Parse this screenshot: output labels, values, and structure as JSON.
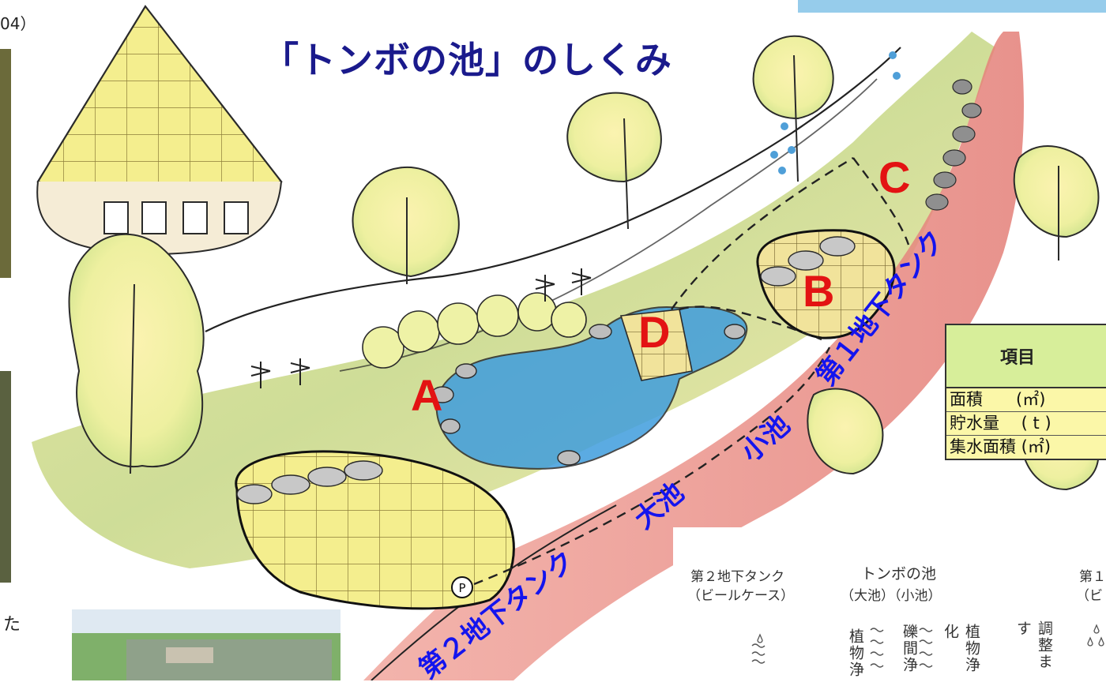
{
  "title": "「トンボの池」のしくみ",
  "corner_text": "04）",
  "left_note": "た",
  "labels": {
    "a": "A",
    "b": "B",
    "c": "C",
    "d": "D",
    "tank1": "第１地下タンク",
    "tank2": "第２地下タンク",
    "small_pond": "小池",
    "large_pond": "大池"
  },
  "table": {
    "header": "項目",
    "rows": [
      {
        "label": "面積　　(㎡)"
      },
      {
        "label": "貯水量　 ( t )"
      },
      {
        "label": "集水面積 (㎡)"
      }
    ]
  },
  "flow_diagram": {
    "tank2_title": "第２地下タンク",
    "tank2_sub": "（ビールケース）",
    "pond_title": "トンボの池",
    "pond_sub": "（大池）（小池）",
    "tank1_title": "第１",
    "tank1_sub": "（ビ",
    "vertical": [
      "植物浄",
      "礫間浄",
      "植物浄化",
      "調整ます"
    ]
  },
  "colors": {
    "title": "#1a1a8c",
    "letters": "#e31313",
    "blue_labels": "#1414ee",
    "water": "#3f9ddd",
    "path": "#e98f87"
  }
}
